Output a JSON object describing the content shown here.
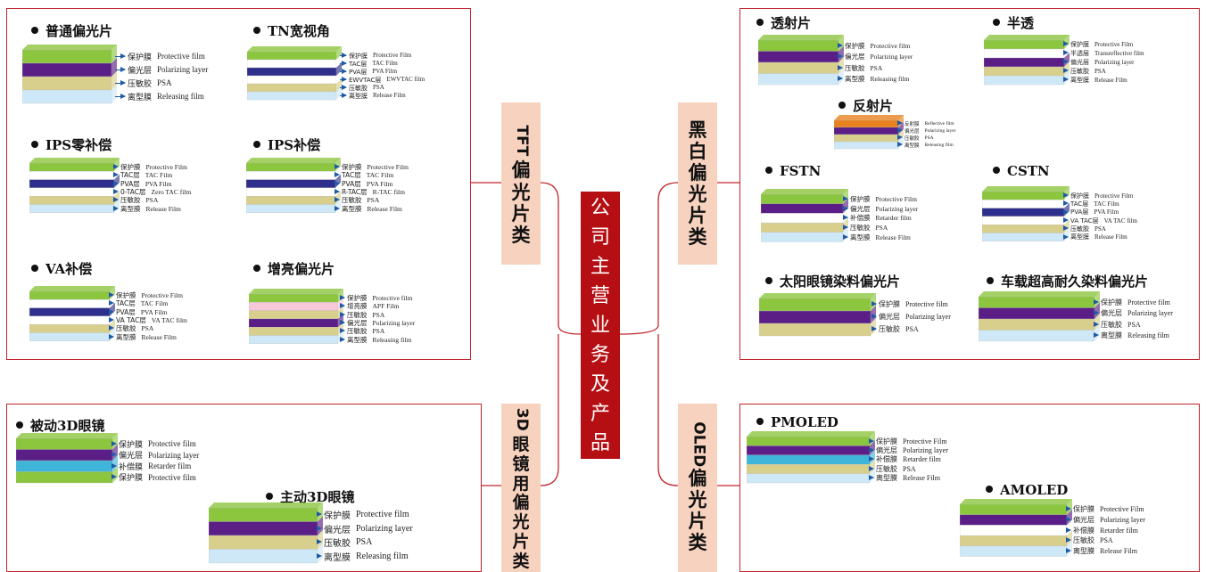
{
  "center": {
    "chars": [
      "公",
      "司",
      "主",
      "营",
      "业",
      "务",
      "及",
      "产",
      "品"
    ]
  },
  "colors": {
    "protective": "#8cc63f",
    "polarizer": "#5a1e86",
    "tac": "#ffffff",
    "pva": "#2e2f8c",
    "psa": "#d9cf8d",
    "release": "#cfe8f7",
    "pink": "#f7c8d8",
    "orange": "#e8821f",
    "teal": "#3fb5d9",
    "accent": "#c0252b"
  },
  "categories": [
    {
      "id": "tft",
      "text": "TFT偏光片类"
    },
    {
      "id": "bw",
      "text": "黑白偏光片类"
    },
    {
      "id": "glasses3d",
      "text": "3D眼镜用偏光片类"
    },
    {
      "id": "oled",
      "text": "OLED偏光片类"
    }
  ],
  "products": [
    {
      "id": "p1",
      "title": "普通偏光片",
      "layers": [
        "protective",
        "polarizer",
        "psa",
        "release"
      ],
      "labels": [
        [
          "保护膜",
          "Protective film"
        ],
        [
          "偏光层",
          "Polarizing layer"
        ],
        [
          "压敏胶",
          "PSA"
        ],
        [
          "离型膜",
          "Releasing film"
        ]
      ]
    },
    {
      "id": "p2",
      "title": "TN宽视角",
      "layers": [
        "protective",
        "tac",
        "pva",
        "tac",
        "psa",
        "release"
      ],
      "labels": [
        [
          "保护膜",
          "Protective Film"
        ],
        [
          "TAC层",
          "TAC Film"
        ],
        [
          "PVA层",
          "PVA Film"
        ],
        [
          "EWVTAC层",
          "EWVTAC film"
        ],
        [
          "压敏胶",
          "PSA"
        ],
        [
          "离型膜",
          "Release Film"
        ]
      ]
    },
    {
      "id": "p3",
      "title": "IPS零补偿",
      "layers": [
        "protective",
        "tac",
        "pva",
        "tac",
        "psa",
        "release"
      ],
      "labels": [
        [
          "保护膜",
          "Protective Film"
        ],
        [
          "TAC层",
          "TAC Film"
        ],
        [
          "PVA层",
          "PVA Film"
        ],
        [
          "0-TAC层",
          "Zero TAC film"
        ],
        [
          "压敏胶",
          "PSA"
        ],
        [
          "离型膜",
          "Release Film"
        ]
      ]
    },
    {
      "id": "p4",
      "title": "IPS补偿",
      "layers": [
        "protective",
        "tac",
        "pva",
        "tac",
        "psa",
        "release"
      ],
      "labels": [
        [
          "保护膜",
          "Protective Film"
        ],
        [
          "TAC层",
          "TAC Film"
        ],
        [
          "PVA层",
          "PVA Film"
        ],
        [
          "R-TAC层",
          "R-TAC film"
        ],
        [
          "压敏胶",
          "PSA"
        ],
        [
          "离型膜",
          "Release Film"
        ]
      ]
    },
    {
      "id": "p5",
      "title": "VA补偿",
      "layers": [
        "protective",
        "tac",
        "pva",
        "tac",
        "psa",
        "release"
      ],
      "labels": [
        [
          "保护膜",
          "Protective Film"
        ],
        [
          "TAC层",
          "TAC Film"
        ],
        [
          "PVA层",
          "PVA Film"
        ],
        [
          "VA TAC层",
          "VA TAC film"
        ],
        [
          "压敏胶",
          "PSA"
        ],
        [
          "离型膜",
          "Release Film"
        ]
      ]
    },
    {
      "id": "p6",
      "title": "增亮偏光片",
      "layers": [
        "protective",
        "pink",
        "psa",
        "polarizer",
        "psa",
        "release"
      ],
      "labels": [
        [
          "保护膜",
          "Protective film"
        ],
        [
          "增亮膜",
          "APF Film"
        ],
        [
          "压敏胶",
          "PSA"
        ],
        [
          "偏光层",
          "Polarizing layer"
        ],
        [
          "压敏胶",
          "PSA"
        ],
        [
          "离型膜",
          "Releasing film"
        ]
      ]
    },
    {
      "id": "p7",
      "title": "透射片",
      "layers": [
        "protective",
        "polarizer",
        "psa",
        "release"
      ],
      "labels": [
        [
          "保护膜",
          "Protective film"
        ],
        [
          "偏光层",
          "Polarizing layer"
        ],
        [
          "压敏胶",
          "PSA"
        ],
        [
          "离型膜",
          "Releasing film"
        ]
      ]
    },
    {
      "id": "p8",
      "title": "半透",
      "layers": [
        "protective",
        "tac",
        "polarizer",
        "psa",
        "release"
      ],
      "labels": [
        [
          "保护膜",
          "Protective Film"
        ],
        [
          "半透层",
          "Transreflective film"
        ],
        [
          "偏光层",
          "Polarizing layer"
        ],
        [
          "压敏胶",
          "PSA"
        ],
        [
          "离型膜",
          "Release Film"
        ]
      ]
    },
    {
      "id": "p9",
      "title": "反射片",
      "layers": [
        "orange",
        "polarizer",
        "psa",
        "release"
      ],
      "labels": [
        [
          "反射膜",
          "Reflective film"
        ],
        [
          "偏光层",
          "Polarizing layer"
        ],
        [
          "压敏胶",
          "PSA"
        ],
        [
          "离型膜",
          "Releasing film"
        ]
      ]
    },
    {
      "id": "p10",
      "title": "FSTN",
      "layers": [
        "protective",
        "polarizer",
        "tac",
        "psa",
        "release"
      ],
      "labels": [
        [
          "保护膜",
          "Protective Film"
        ],
        [
          "偏光层",
          "Polarizing layer"
        ],
        [
          "补偿膜",
          "Retarder film"
        ],
        [
          "压敏胶",
          "PSA"
        ],
        [
          "离型膜",
          "Release Film"
        ]
      ]
    },
    {
      "id": "p11",
      "title": "CSTN",
      "layers": [
        "protective",
        "tac",
        "pva",
        "tac",
        "psa",
        "release"
      ],
      "labels": [
        [
          "保护膜",
          "Protective Film"
        ],
        [
          "TAC层",
          "TAC Film"
        ],
        [
          "PVA层",
          "PVA Film"
        ],
        [
          "VA TAC层",
          "VA TAC film"
        ],
        [
          "压敏胶",
          "PSA"
        ],
        [
          "离型膜",
          "Release Film"
        ]
      ]
    },
    {
      "id": "p12",
      "title": "太阳眼镜染料偏光片",
      "layers": [
        "protective",
        "polarizer",
        "psa"
      ],
      "labels": [
        [
          "保护膜",
          "Protective film"
        ],
        [
          "偏光层",
          "Polarizing layer"
        ],
        [
          "压敏胶",
          "PSA"
        ]
      ]
    },
    {
      "id": "p13",
      "title": "车载超高耐久染料偏光片",
      "layers": [
        "protective",
        "polarizer",
        "psa",
        "release"
      ],
      "labels": [
        [
          "保护膜",
          "Protective film"
        ],
        [
          "偏光层",
          "Polarizing layer"
        ],
        [
          "压敏胶",
          "PSA"
        ],
        [
          "离型膜",
          "Releasing film"
        ]
      ]
    },
    {
      "id": "p14",
      "title": "被动3D眼镜",
      "layers": [
        "protective",
        "polarizer",
        "teal",
        "protective"
      ],
      "labels": [
        [
          "保护膜",
          "Protective film"
        ],
        [
          "偏光层",
          "Polarizing layer"
        ],
        [
          "补偿膜",
          "Retarder film"
        ],
        [
          "保护膜",
          "Protective film"
        ]
      ]
    },
    {
      "id": "p15",
      "title": "主动3D眼镜",
      "layers": [
        "protective",
        "polarizer",
        "psa",
        "release"
      ],
      "labels": [
        [
          "保护膜",
          "Protective film"
        ],
        [
          "偏光层",
          "Polarizing layer"
        ],
        [
          "压敏胶",
          "PSA"
        ],
        [
          "离型膜",
          "Releasing film"
        ]
      ]
    },
    {
      "id": "p16",
      "title": "PMOLED",
      "layers": [
        "protective",
        "polarizer",
        "teal",
        "psa",
        "release"
      ],
      "labels": [
        [
          "保护膜",
          "Protective Film"
        ],
        [
          "偏光层",
          "Polarizing layer"
        ],
        [
          "补偿膜",
          "Retarder film"
        ],
        [
          "压敏胶",
          "PSA"
        ],
        [
          "离型膜",
          "Release Film"
        ]
      ]
    },
    {
      "id": "p17",
      "title": "AMOLED",
      "layers": [
        "protective",
        "polarizer",
        "tac",
        "psa",
        "release"
      ],
      "labels": [
        [
          "保护膜",
          "Protective Film"
        ],
        [
          "偏光层",
          "Polarizing layer"
        ],
        [
          "补偿膜",
          "Retarder film"
        ],
        [
          "压敏胶",
          "PSA"
        ],
        [
          "离型膜",
          "Release Film"
        ]
      ]
    }
  ]
}
